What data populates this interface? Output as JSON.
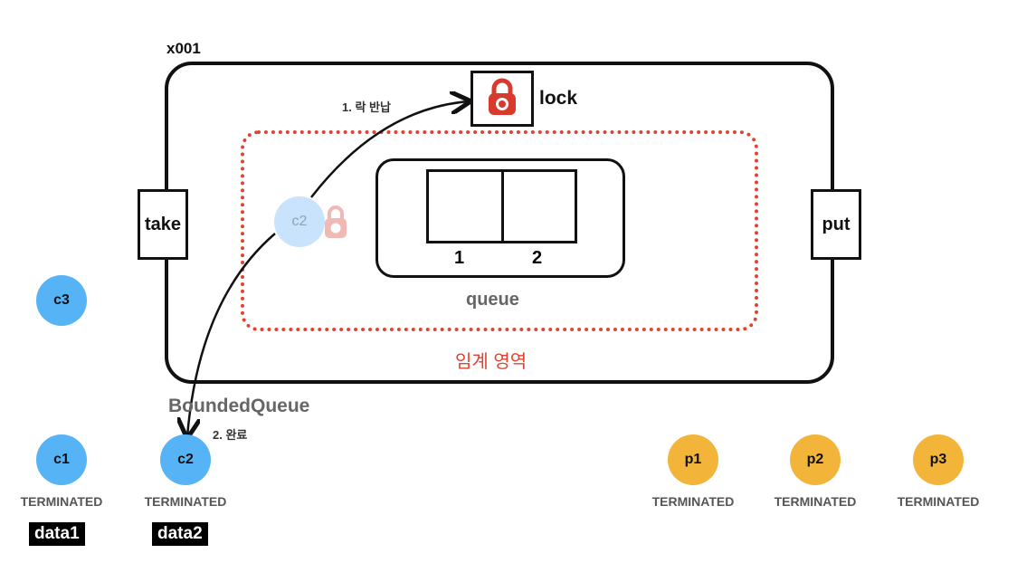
{
  "object_id": "x001",
  "lock_label": "lock",
  "methods": {
    "take": "take",
    "put": "put"
  },
  "queue": {
    "label": "queue",
    "slots": [
      "1",
      "2"
    ]
  },
  "critical_section_label": "임계 영역",
  "bounded_queue_label": "BoundedQueue",
  "steps": {
    "return_lock": "1. 락 반납",
    "done": "2. 완료"
  },
  "ghost_thread": "c2",
  "waiting_thread": "c3",
  "consumers": [
    {
      "name": "c1",
      "status": "TERMINATED",
      "data": "data1"
    },
    {
      "name": "c2",
      "status": "TERMINATED",
      "data": "data2"
    }
  ],
  "producers": [
    {
      "name": "p1",
      "status": "TERMINATED"
    },
    {
      "name": "p2",
      "status": "TERMINATED"
    },
    {
      "name": "p3",
      "status": "TERMINATED"
    }
  ],
  "colors": {
    "consumer": "#56b4f6",
    "producer": "#f3b43a",
    "critical": "#e0432f",
    "lock": "#d83a2d"
  },
  "icons": {
    "lock": "padlock-icon"
  }
}
